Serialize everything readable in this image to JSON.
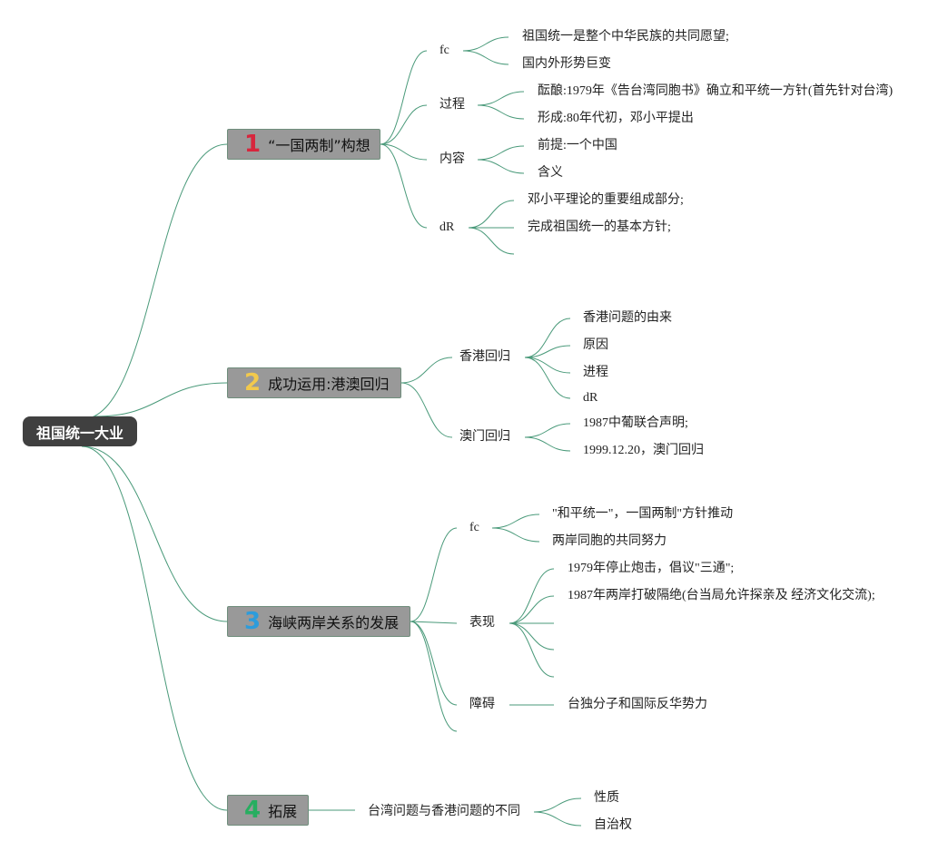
{
  "root": {
    "label": "祖国统一大业"
  },
  "topics": [
    {
      "number": "1",
      "label": "“一国两制”构想",
      "number_color": "#d7263d",
      "children": [
        {
          "label": "fc",
          "leaves": [
            "祖国统一是整个中华民族的共同愿望;",
            "国内外形势巨变"
          ]
        },
        {
          "label": "过程",
          "leaves": [
            "酝酿:1979年《告台湾同胞书》确立和平统一方针(首先针对台湾)",
            "形成:80年代初，邓小平提出"
          ]
        },
        {
          "label": "内容",
          "leaves": [
            "前提:一个中国",
            "含义"
          ]
        },
        {
          "label": "dR",
          "leaves": [
            "邓小平理论的重要组成部分;",
            "完成祖国统一的基本方针;",
            ""
          ]
        }
      ]
    },
    {
      "number": "2",
      "label": "成功运用:港澳回归",
      "number_color": "#f2c94c",
      "children": [
        {
          "label": "香港回归",
          "leaves": [
            "香港问题的由来",
            "原因",
            "进程",
            "dR"
          ]
        },
        {
          "label": "澳门回归",
          "leaves": [
            "1987中葡联合声明;",
            "1999.12.20，澳门回归"
          ]
        }
      ]
    },
    {
      "number": "3",
      "label": "海峡两岸关系的发展",
      "number_color": "#2d9cdb",
      "children": [
        {
          "label": "fc",
          "leaves": [
            "\"和平统一\"，一国两制\"方针推动",
            "两岸同胞的共同努力"
          ]
        },
        {
          "label": "表现",
          "leaves": [
            "1979年停止炮击，倡议\"三通\";",
            "1987年两岸打破隔绝(台当局允许探亲及 经济文化交流);",
            "",
            "",
            ""
          ]
        },
        {
          "label": "障碍",
          "leaves": [
            "台独分子和国际反华势力"
          ]
        },
        {
          "label": "",
          "leaves": []
        }
      ]
    },
    {
      "number": "4",
      "label": "拓展",
      "number_color": "#27ae60",
      "children": [
        {
          "label": "台湾问题与香港问题的不同",
          "leaves": [
            "性质",
            "自治权"
          ]
        }
      ]
    }
  ],
  "colors": {
    "line": "#4a9a7a",
    "root_bg": "#404040",
    "topic_bg": "#999999"
  }
}
